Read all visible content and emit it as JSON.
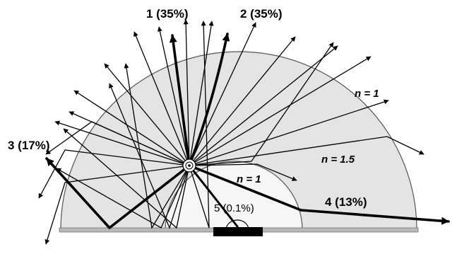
{
  "diagram": {
    "regions": [
      {
        "key": "outer",
        "label": "n = 1"
      },
      {
        "key": "dome",
        "label": "n = 1.5"
      },
      {
        "key": "inner",
        "label": "n = 1"
      }
    ],
    "escape_paths": [
      {
        "key": "p1",
        "label": "1 (35%)"
      },
      {
        "key": "p2",
        "label": "2 (35%)"
      },
      {
        "key": "p3",
        "label": "3 (17%)"
      },
      {
        "key": "p4",
        "label": "4 (13%)"
      },
      {
        "key": "p5",
        "label": "5 (0.1%)"
      }
    ],
    "colors": {
      "dome_fill": "#e4e4e4",
      "inner_fill": "#f6f6f6",
      "substrate": "#b8b8b8",
      "detector": "#000000",
      "ray": "#000000"
    }
  }
}
